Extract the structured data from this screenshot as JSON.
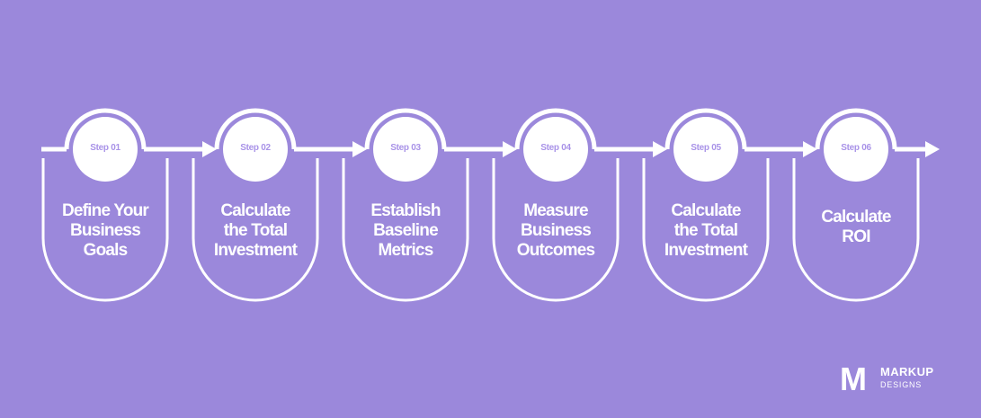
{
  "steps": [
    {
      "label": "Step 01",
      "title": "Define Your\nBusiness\nGoals"
    },
    {
      "label": "Step 02",
      "title": "Calculate\nthe Total\nInvestment"
    },
    {
      "label": "Step 03",
      "title": "Establish\nBaseline\nMetrics"
    },
    {
      "label": "Step 04",
      "title": "Measure\nBusiness\nOutcomes"
    },
    {
      "label": "Step 05",
      "title": "Calculate\nthe Total\nInvestment"
    },
    {
      "label": "Step 06",
      "title": "Calculate\nROI"
    }
  ],
  "brand": {
    "name": "MARKUP",
    "sub": "DESIGNS",
    "mark": "M"
  },
  "colors": {
    "background": "#9b88db",
    "line": "#ffffff",
    "label": "#a993e8"
  }
}
